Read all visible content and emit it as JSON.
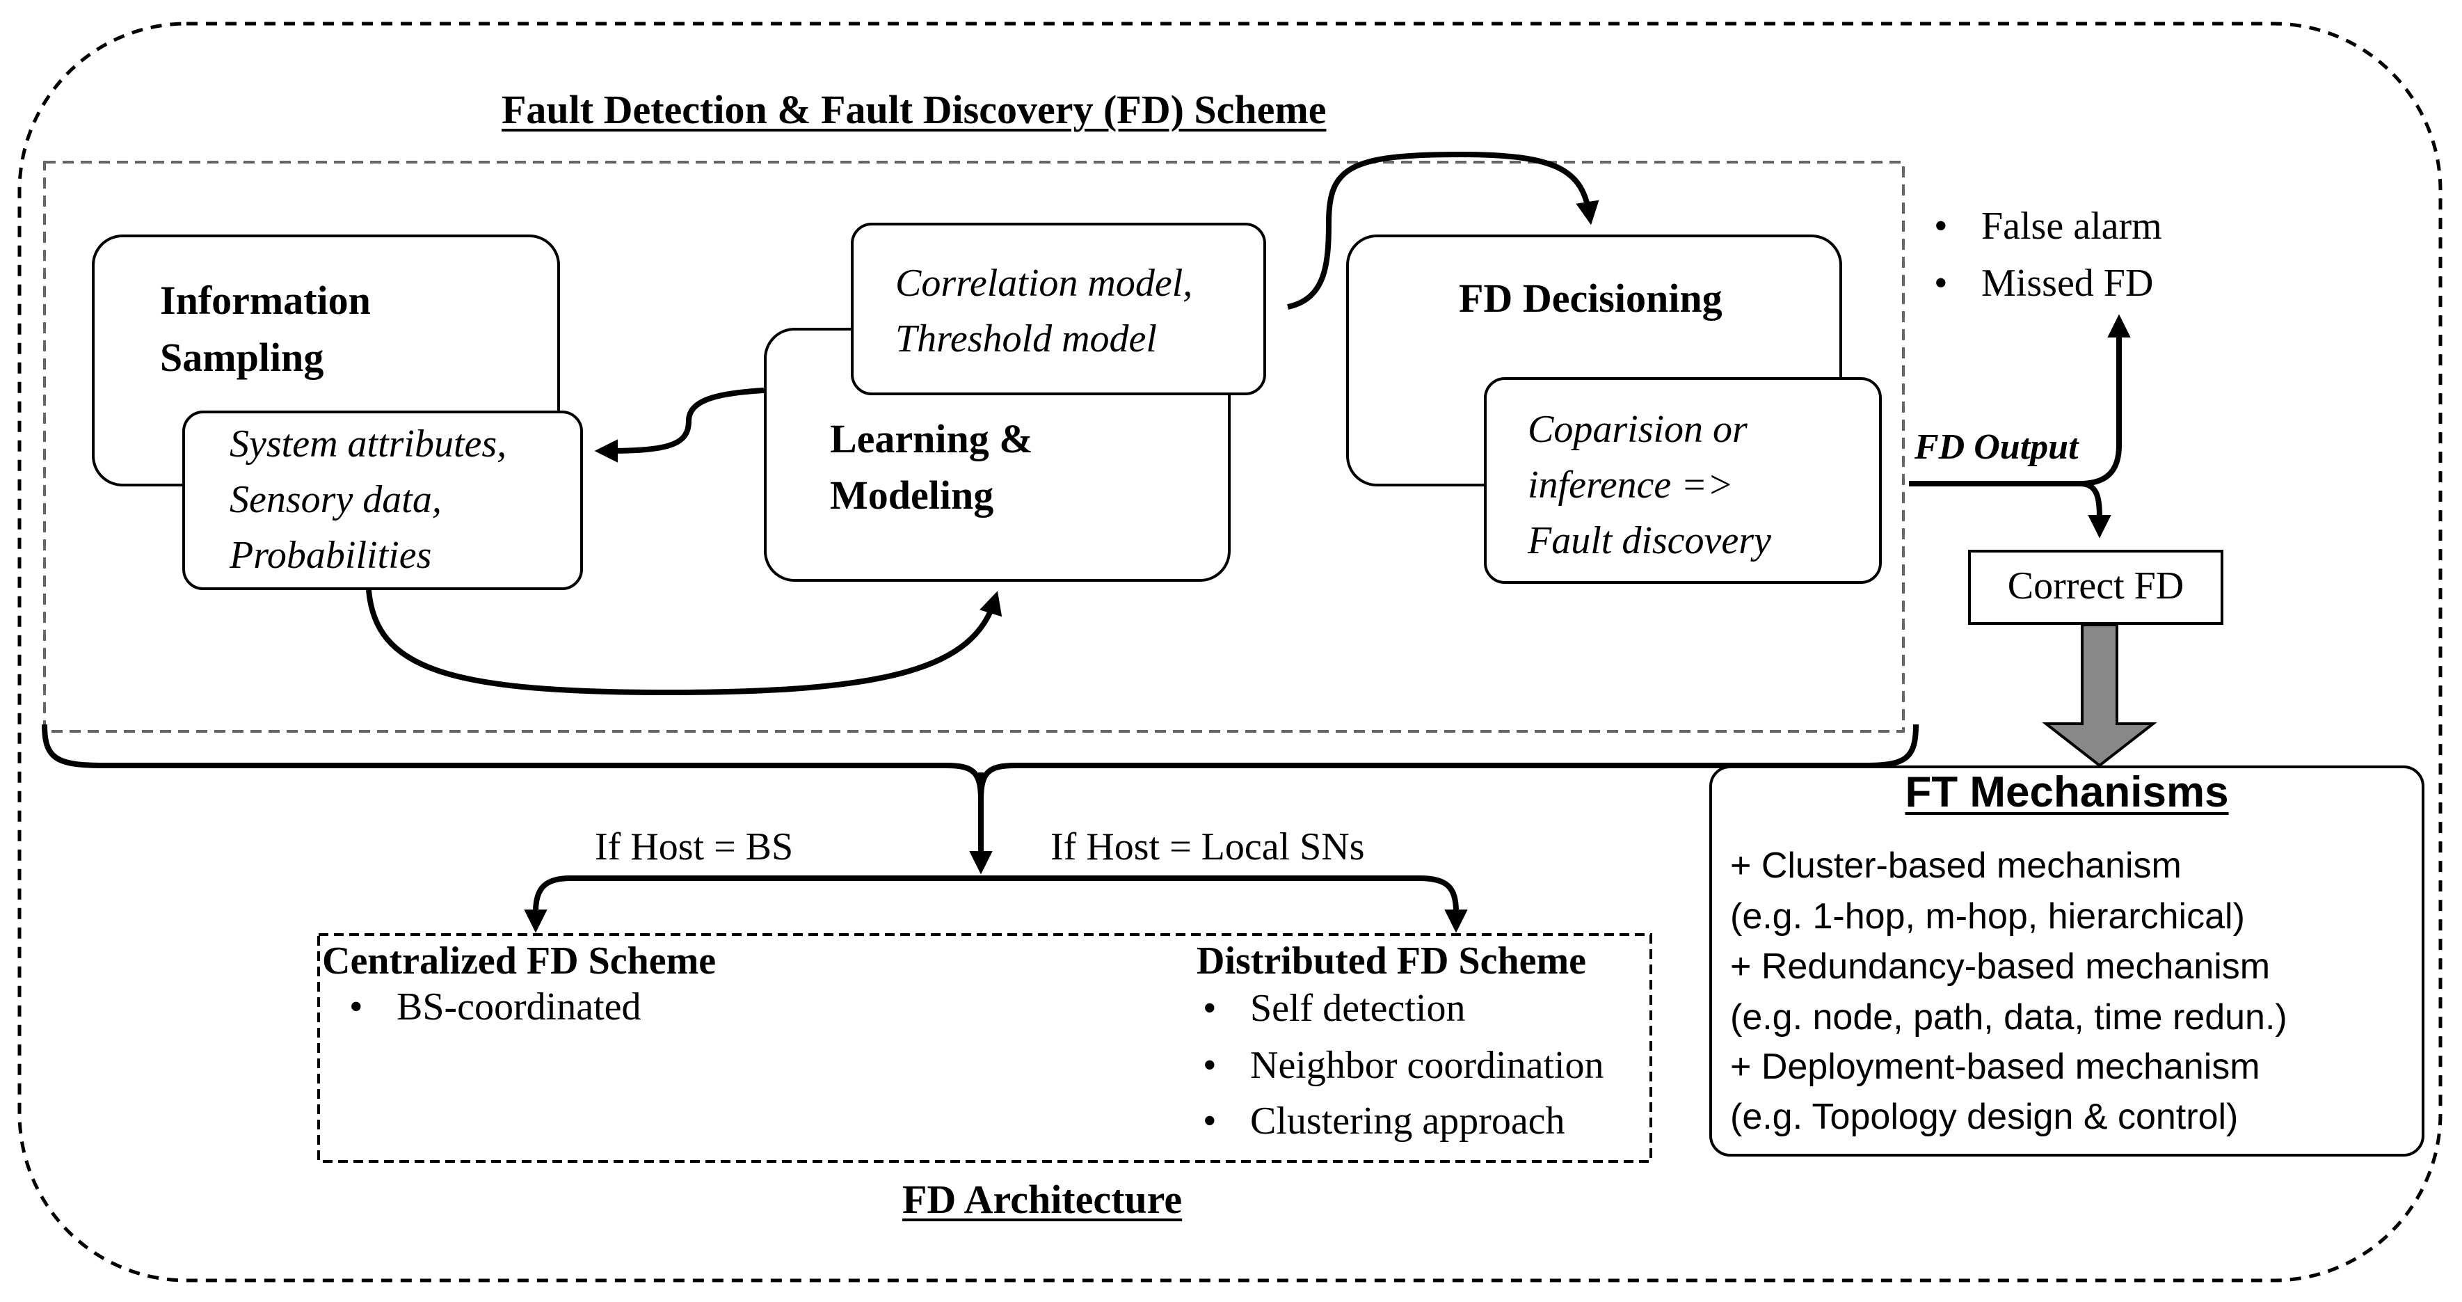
{
  "scheme": {
    "title": "Fault Detection & Fault Discovery (FD) Scheme",
    "info_sampling": {
      "line1": "Information",
      "line2": "Sampling"
    },
    "sampling_detail": {
      "line1": "System attributes,",
      "line2": "Sensory data,",
      "line3": "Probabilities"
    },
    "learning": {
      "line1": "Learning &",
      "line2": "Modeling"
    },
    "model_detail": {
      "line1": "Correlation model,",
      "line2": "Threshold model"
    },
    "decisioning": {
      "title": "FD Decisioning"
    },
    "decision_detail": {
      "line1": "Coparision or",
      "line2": "inference =>",
      "line3": "Fault discovery"
    }
  },
  "output": {
    "label": "FD Output",
    "bullets": [
      "False alarm",
      "Missed FD"
    ],
    "correct": "Correct FD"
  },
  "ft": {
    "title": "FT Mechanisms",
    "lines": [
      "+ Cluster-based mechanism",
      "(e.g. 1-hop, m-hop, hierarchical)",
      "+ Redundancy-based mechanism",
      "(e.g. node, path, data, time redun.)",
      "+ Deployment-based  mechanism",
      "(e.g. Topology design & control)"
    ]
  },
  "architecture": {
    "title": "FD Architecture",
    "branch_left": "If Host = BS",
    "branch_right": "If Host = Local SNs",
    "centralized": {
      "title": "Centralized FD Scheme",
      "bullets": [
        "BS-coordinated"
      ]
    },
    "distributed": {
      "title": "Distributed FD Scheme",
      "bullets": [
        "Self detection",
        "Neighbor coordination",
        "Clustering approach"
      ]
    }
  }
}
